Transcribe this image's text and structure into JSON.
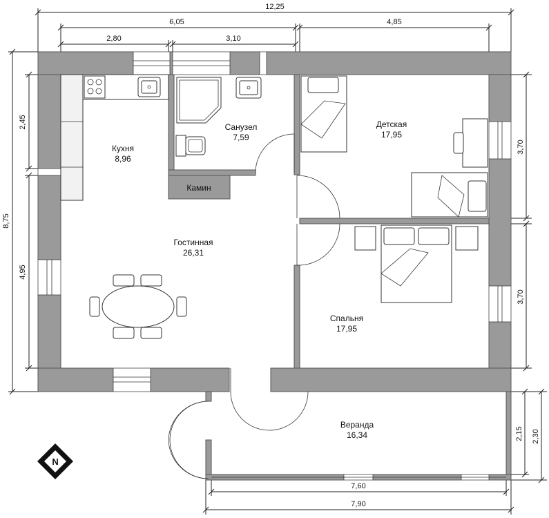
{
  "rooms": {
    "kitchen": {
      "name": "Кухня",
      "area": "8,96"
    },
    "bathroom": {
      "name": "Санузел",
      "area": "7,59"
    },
    "fireplace": {
      "name": "Камин"
    },
    "nursery": {
      "name": "Детская",
      "area": "17,95"
    },
    "living": {
      "name": "Гостинная",
      "area": "26,31"
    },
    "bedroom": {
      "name": "Спальня",
      "area": "17,95"
    },
    "veranda": {
      "name": "Веранда",
      "area": "16,34"
    }
  },
  "dimensions": {
    "total_width": "12,25",
    "left_block": "6,05",
    "right_block": "4,85",
    "kitchen_w": "2,80",
    "bath_w": "3,10",
    "total_height": "8,75",
    "kitchen_h": "2,45",
    "living_h": "4,95",
    "nursery_h": "3,70",
    "bedroom_h": "3,70",
    "veranda_inner_w": "7,60",
    "veranda_outer_w": "7,90",
    "veranda_inner_h": "2,15",
    "veranda_outer_h": "2,30"
  },
  "compass": {
    "label": "N"
  }
}
